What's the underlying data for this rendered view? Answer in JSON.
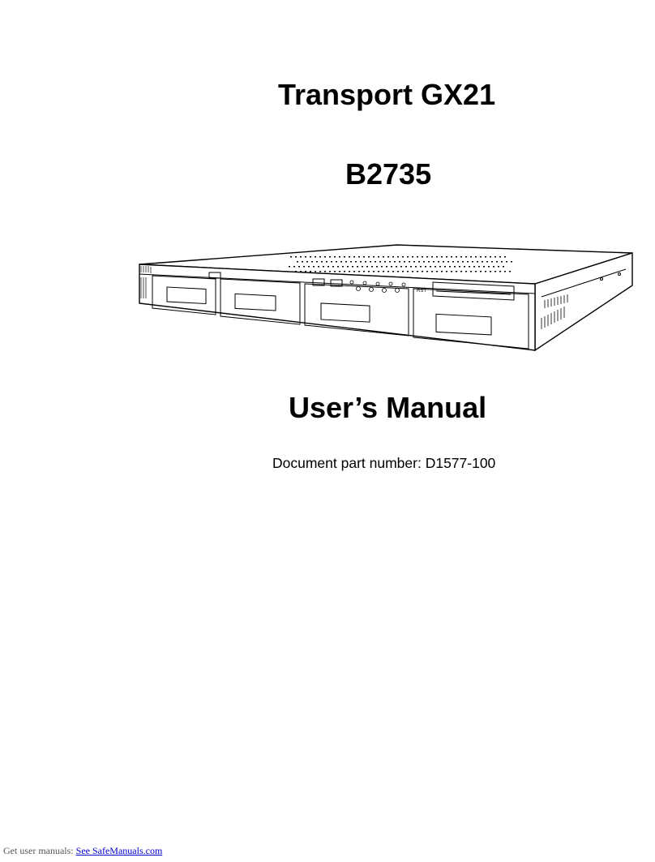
{
  "cover": {
    "product_name": "Transport GX21",
    "model_number": "B2735",
    "manual_title": "User’s Manual",
    "part_number": "Document part number: D1577-100"
  },
  "illustration": {
    "icon": "rack-server-illustration",
    "reset_label": "RST"
  },
  "footer": {
    "prefix": "Get user manuals:",
    "link_text": "See SafeManuals.com"
  }
}
